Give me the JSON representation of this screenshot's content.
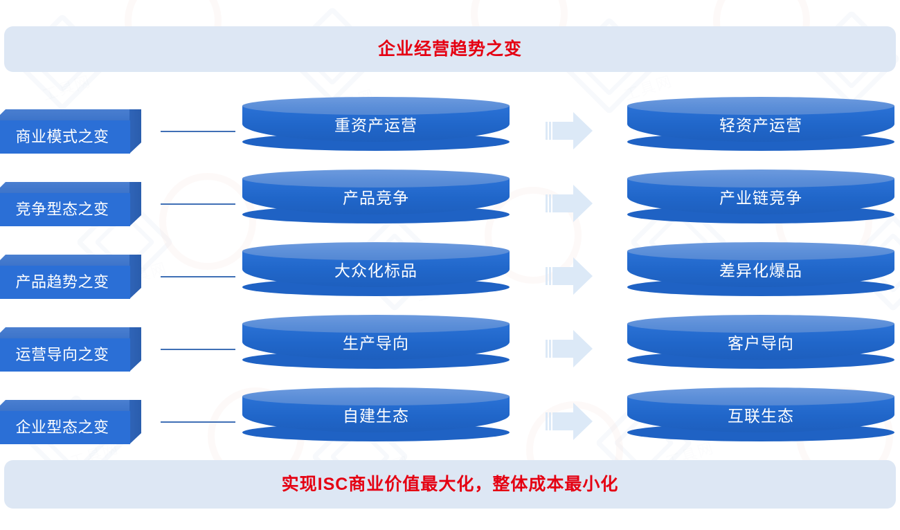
{
  "header": {
    "title": "企业经营趋势之变",
    "color": "#e50012",
    "background": "#dde7f4"
  },
  "footer": {
    "title": "实现ISC商业价值最大化，整体成本最小化",
    "color": "#e50012",
    "background": "#dde7f4"
  },
  "colors": {
    "accent_blue": "#2b6fd6",
    "cylinder_body": "#2066c9",
    "cylinder_cap": "#5b8ed8",
    "arrow": "#dce9f7",
    "banner": "#dde7f4",
    "title_red": "#e50012",
    "connector": "#3f6fb5"
  },
  "rows": [
    {
      "label": "商业模式之变",
      "from": "重资产运营",
      "to": "轻资产运营",
      "arrow": "right-arrow-icon"
    },
    {
      "label": "竞争型态之变",
      "from": "产品竞争",
      "to": "产业链竞争",
      "arrow": "right-arrow-icon"
    },
    {
      "label": "产品趋势之变",
      "from": "大众化标品",
      "to": "差异化爆品",
      "arrow": "right-arrow-icon"
    },
    {
      "label": "运营导向之变",
      "from": "生产导向",
      "to": "客户导向",
      "arrow": "right-arrow-icon"
    },
    {
      "label": "企业型态之变",
      "from": "自建生态",
      "to": "互联生态",
      "arrow": "right-arrow-icon"
    }
  ]
}
